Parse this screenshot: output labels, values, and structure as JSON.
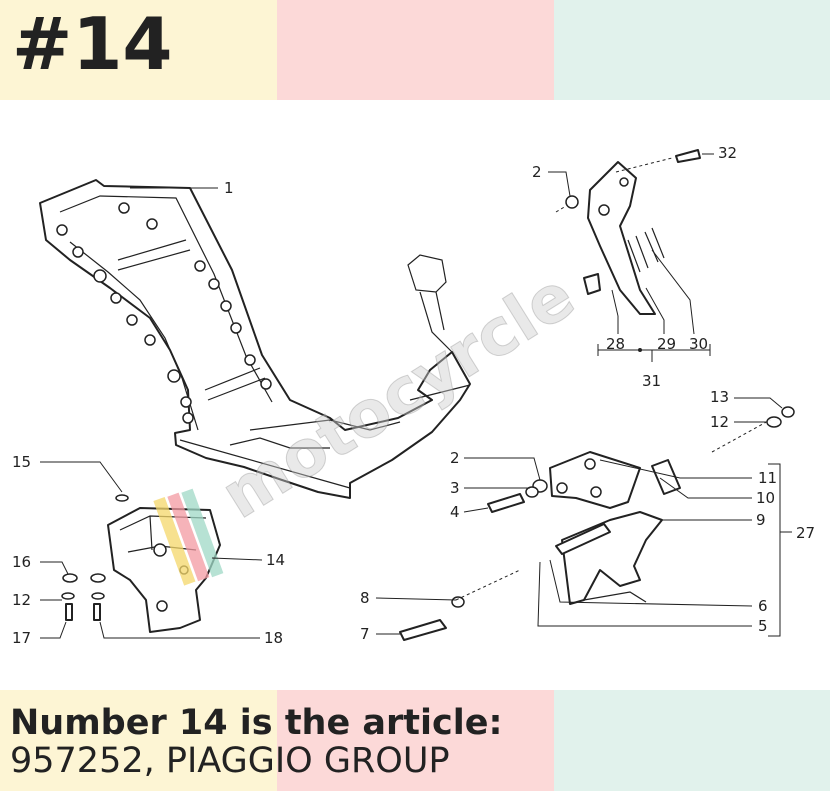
{
  "header": {
    "title": "#14"
  },
  "caption": {
    "heading": "Number 14 is the article:",
    "body": "957252, PIAGGIO GROUP"
  },
  "colors": {
    "band_yellow": "#fdf5d4",
    "band_pink": "#fcd9d8",
    "band_mint": "#e1f2ec",
    "text": "#222222"
  },
  "callouts": {
    "n1": "1",
    "n2a": "2",
    "n2b": "2",
    "n3": "3",
    "n4": "4",
    "n5": "5",
    "n6": "6",
    "n7": "7",
    "n8": "8",
    "n9": "9",
    "n10": "10",
    "n11": "11",
    "n12a": "12",
    "n12b": "12",
    "n13": "13",
    "n14": "14",
    "n15": "15",
    "n16": "16",
    "n17": "17",
    "n18": "18",
    "n27": "27",
    "n28": "28",
    "n29": "29",
    "n30": "30",
    "n31": "31",
    "n32": "32"
  },
  "watermark": {
    "text": "motocyrcle",
    "icon": "watermark-logo-icon"
  }
}
